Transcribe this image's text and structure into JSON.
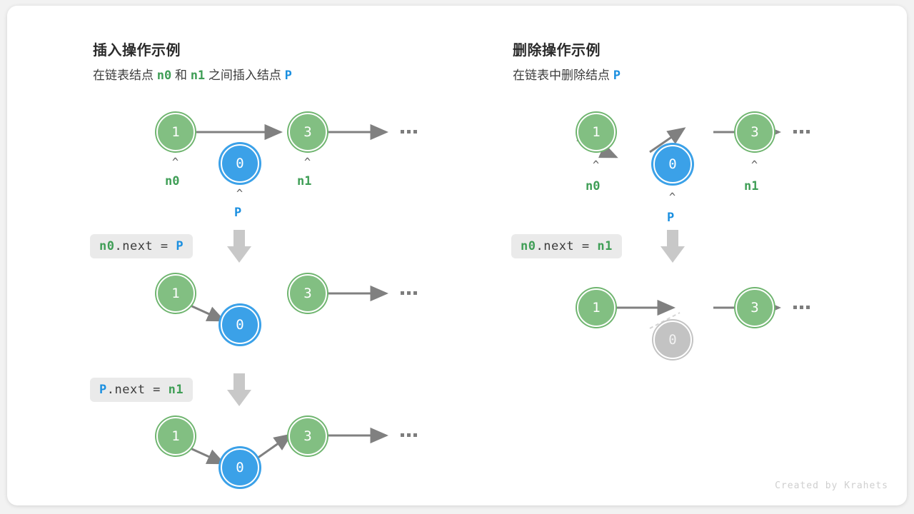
{
  "footer": "Created by Krahets",
  "colors": {
    "green": "#82bf82",
    "green_text": "#3f9e56",
    "blue": "#3ba1e8",
    "blue_text": "#1a8fe0",
    "gray_node": "#c3c3c3",
    "arrow": "#808080",
    "chip_bg": "#eaeaea",
    "card_bg": "#ffffff",
    "page_bg": "#f2f2f2"
  },
  "insert": {
    "title": "插入操作示例",
    "subtitle_parts": {
      "p1": "在链表结点",
      "n0": "n0",
      "p2": "和",
      "n1": "n1",
      "p3": "之间插入结点",
      "p": "P"
    },
    "steps": [
      {
        "nodes": [
          {
            "value": "1",
            "kind": "green",
            "label": "n0"
          },
          {
            "value": "0",
            "kind": "blue",
            "label": "P"
          },
          {
            "value": "3",
            "kind": "green",
            "label": "n1"
          }
        ],
        "ellipsis": "..."
      },
      {
        "code": {
          "lhs": "n0",
          "lhs_kind": "green",
          "mid": ".next = ",
          "rhs": "P",
          "rhs_kind": "blue"
        },
        "nodes": [
          {
            "value": "1",
            "kind": "green"
          },
          {
            "value": "0",
            "kind": "blue"
          },
          {
            "value": "3",
            "kind": "green"
          }
        ],
        "ellipsis": "..."
      },
      {
        "code": {
          "lhs": "P",
          "lhs_kind": "blue",
          "mid": ".next = ",
          "rhs": "n1",
          "rhs_kind": "green"
        },
        "nodes": [
          {
            "value": "1",
            "kind": "green"
          },
          {
            "value": "0",
            "kind": "blue"
          },
          {
            "value": "3",
            "kind": "green"
          }
        ],
        "ellipsis": "..."
      }
    ]
  },
  "delete": {
    "title": "删除操作示例",
    "subtitle_parts": {
      "p1": "在链表中删除结点",
      "p": "P"
    },
    "steps": [
      {
        "nodes": [
          {
            "value": "1",
            "kind": "green",
            "label": "n0"
          },
          {
            "value": "0",
            "kind": "blue",
            "label": "P"
          },
          {
            "value": "3",
            "kind": "green",
            "label": "n1"
          }
        ],
        "ellipsis": "..."
      },
      {
        "code": {
          "lhs": "n0",
          "lhs_kind": "green",
          "mid": ".next = ",
          "rhs": "n1",
          "rhs_kind": "green"
        },
        "nodes": [
          {
            "value": "1",
            "kind": "green"
          },
          {
            "value": "0",
            "kind": "gray"
          },
          {
            "value": "3",
            "kind": "green"
          }
        ],
        "ellipsis": "..."
      }
    ]
  }
}
